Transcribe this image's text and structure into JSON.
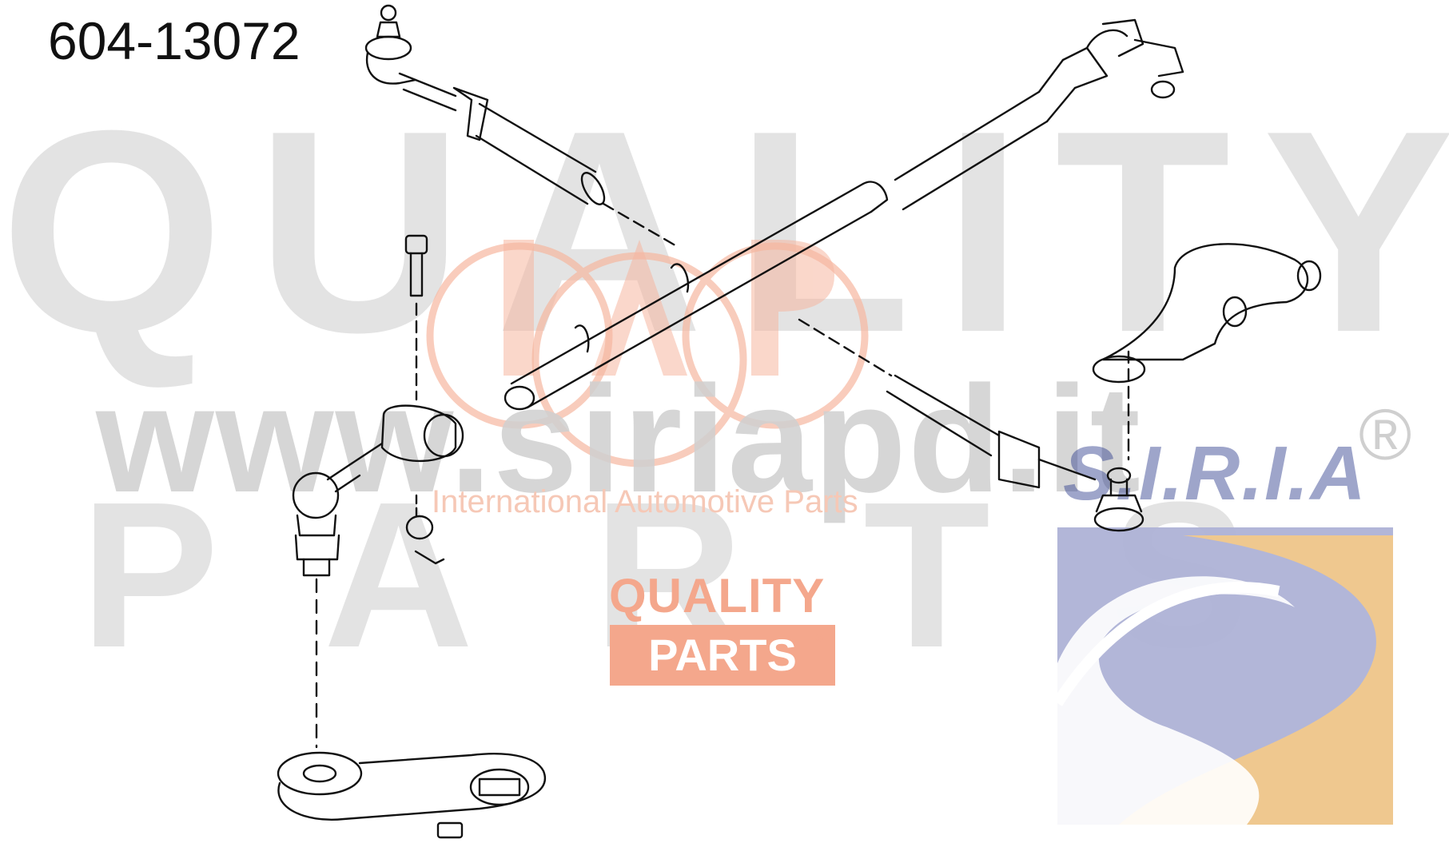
{
  "part_number": "604-13072",
  "watermark": {
    "quality": "QUALITY",
    "parts": "PARTS",
    "website": "www.siriapd.it",
    "tagline": "International Automotive Parts",
    "quality_label": "QUALITY",
    "parts_label": "PARTS",
    "registered": "®"
  },
  "brand": {
    "logo_text": "IAP",
    "siria_text": "S.I.R.I.A",
    "registered": "®"
  },
  "colors": {
    "drawing": "#111111",
    "watermark_gray": "#e3e3e3",
    "logo_orange": "#f4a78c",
    "siria_blue": "#aeb2d6",
    "siria_gold": "#f2c98b"
  },
  "icons": [
    "steering-linkage-diagram-icon",
    "iap-logo-icon",
    "siria-s-logo-icon"
  ]
}
